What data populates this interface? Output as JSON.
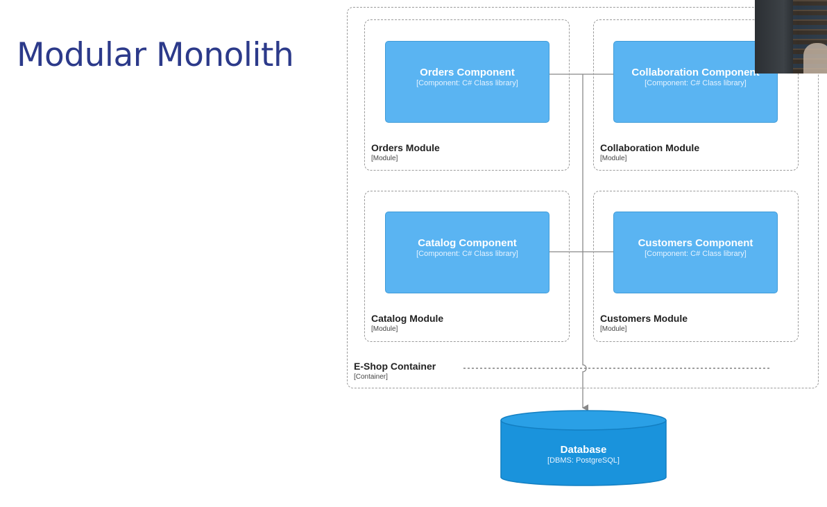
{
  "slide": {
    "title": "Modular Monolith"
  },
  "container": {
    "name": "E-Shop Container",
    "type": "[Container]"
  },
  "modules": [
    {
      "name": "Orders Module",
      "type": "[Module]",
      "component": {
        "name": "Orders Component",
        "type": "[Component: C# Class library]"
      }
    },
    {
      "name": "Collaboration Module",
      "type": "[Module]",
      "component": {
        "name": "Collaboration Component",
        "type": "[Component: C# Class library]"
      }
    },
    {
      "name": "Catalog Module",
      "type": "[Module]",
      "component": {
        "name": "Catalog Component",
        "type": "[Component: C# Class library]"
      }
    },
    {
      "name": "Customers Module",
      "type": "[Module]",
      "component": {
        "name": "Customers Component",
        "type": "[Component: C# Class library]"
      }
    }
  ],
  "database": {
    "name": "Database",
    "type": "[DBMS: PostgreSQL]"
  },
  "colors": {
    "title": "#2c3a8a",
    "component": "#5ab4f2",
    "database": "#1a93dc",
    "border": "#9a9a9a"
  }
}
